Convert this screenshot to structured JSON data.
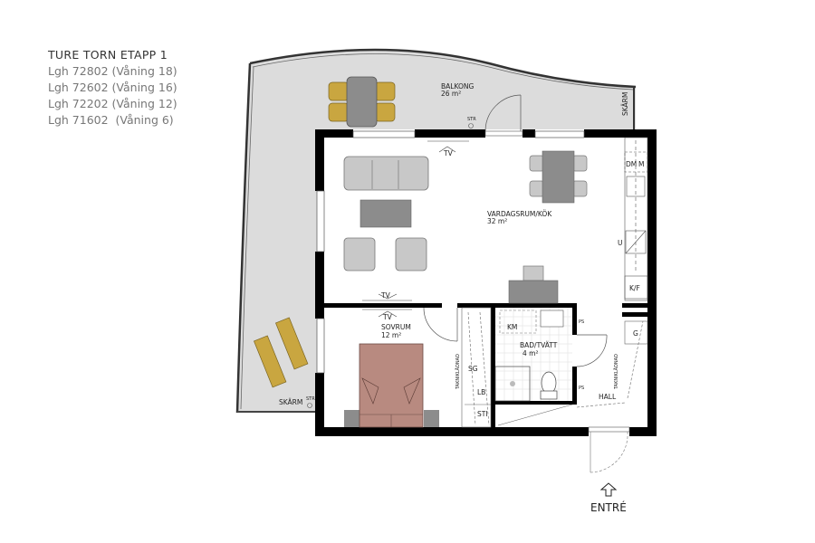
{
  "header": {
    "title": "TURE TORN ETAPP 1",
    "units": [
      "Lgh 72802 (Våning 18)",
      "Lgh 72602 (Våning 16)",
      "Lgh 72202 (Våning 12)",
      "Lgh 71602  (Våning 6)"
    ]
  },
  "rooms": {
    "balcony": {
      "name": "BALKONG",
      "area": "26 m²"
    },
    "living": {
      "name": "VARDAGSRUM/KÖK",
      "area": "32 m²"
    },
    "bedroom": {
      "name": "SOVRUM",
      "area": "12 m²"
    },
    "bath": {
      "name": "BAD/TVÄTT",
      "area": "4 m²"
    },
    "hall": {
      "name": "HALL"
    }
  },
  "labels": {
    "skarm": "SKÄRM",
    "str": "STR",
    "tv": "TV",
    "dm": "DM",
    "m": "M",
    "u": "U",
    "kf": "K/F",
    "g": "G",
    "km": "KM",
    "ps": "PS",
    "sg": "SG",
    "lb": "LB",
    "sti": "STI",
    "takniklad": "TAKNIKLÅDNAD",
    "entre": "ENTRÉ"
  },
  "colors": {
    "wall": "#000000",
    "balcony_fill": "#dcdcdc",
    "furniture": "#c8c8c8",
    "furniture_dark": "#8c8c8c",
    "bed": "#b88a80",
    "deck_chair": "#c9a640"
  }
}
